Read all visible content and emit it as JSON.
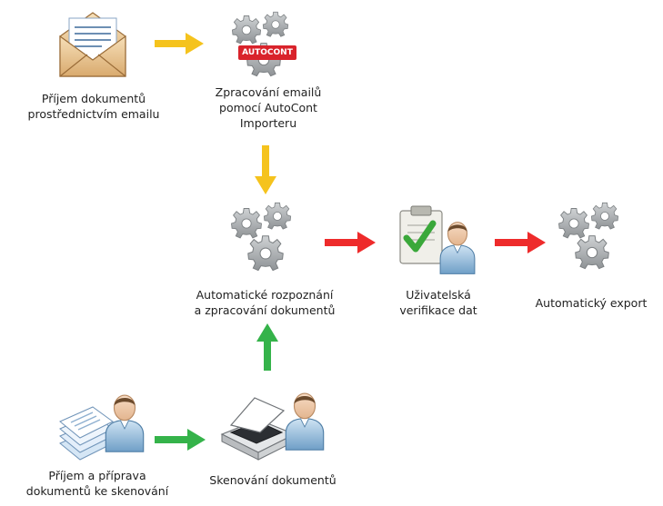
{
  "nodes": {
    "email_intake": {
      "lines": [
        "Příjem dokumentů",
        "prostřednictvím emailu"
      ],
      "icon": "envelope-icon"
    },
    "email_processing": {
      "lines": [
        "Zpracování emailů",
        "pomocí AutoCont",
        "Importeru"
      ],
      "icon": "gears-icon",
      "badge": "AUTOCONT"
    },
    "recognition": {
      "lines": [
        "Automatické rozpoznání",
        "a zpracování dokumentů"
      ],
      "icon": "gears-icon"
    },
    "verification": {
      "lines": [
        "Uživatelská",
        "verifikace dat"
      ],
      "icon": "user-clipboard-icon"
    },
    "export": {
      "lines": [
        "Automatický export"
      ],
      "icon": "gears-icon"
    },
    "paper_intake": {
      "lines": [
        "Příjem a příprava",
        "dokumentů ke skenování"
      ],
      "icon": "user-documents-icon"
    },
    "scanning": {
      "lines": [
        "Skenování dokumentů"
      ],
      "icon": "user-scanner-icon"
    }
  },
  "colors": {
    "arrow_email": "#f5c31d",
    "arrow_red": "#ee2b2b",
    "arrow_green": "#35b34a",
    "gear": "#a9acaf",
    "badge": "#d9232b"
  }
}
